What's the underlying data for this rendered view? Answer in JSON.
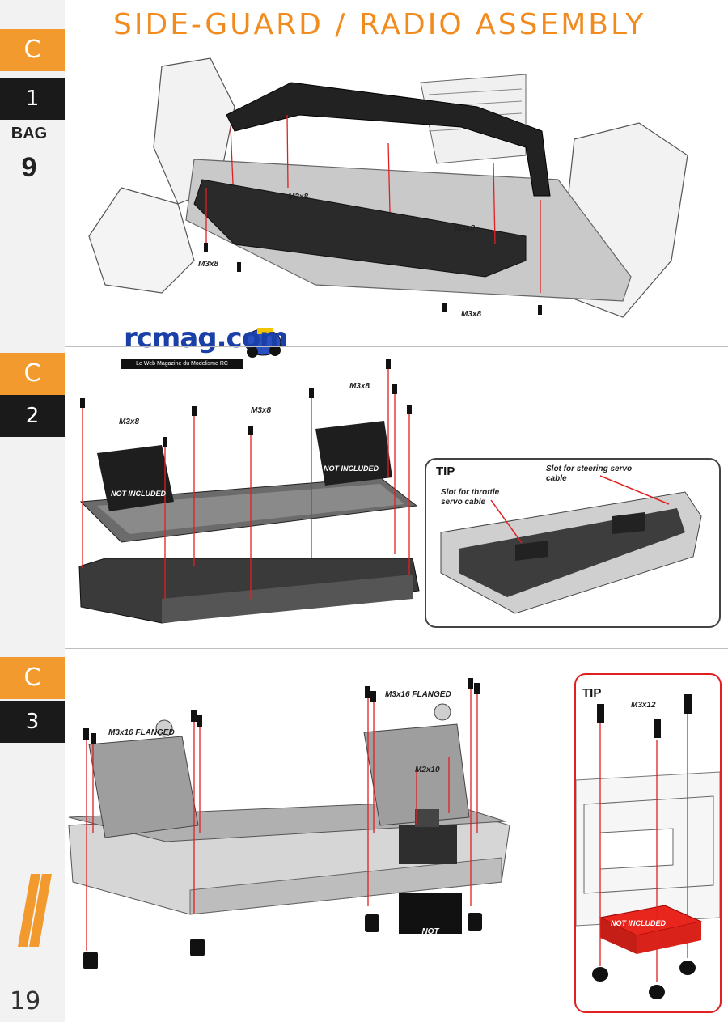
{
  "page": {
    "title": "SIDE-GUARD / RADIO ASSEMBLY",
    "page_number": "19",
    "bag_label": "BAG",
    "bag_number": "9"
  },
  "steps": [
    {
      "section": "C",
      "number": "1"
    },
    {
      "section": "C",
      "number": "2"
    },
    {
      "section": "C",
      "number": "3"
    }
  ],
  "step1": {
    "labels": [
      "M3x8",
      "M3x8",
      "M3x8",
      "M3x8"
    ]
  },
  "watermark": {
    "logo_text": "rcmag.com",
    "tagline": "Le Web Magazine du Modelisme RC"
  },
  "step2": {
    "screw_labels": [
      "M3x8",
      "M3x8",
      "M3x8"
    ],
    "not_included": [
      "NOT INCLUDED",
      "NOT INCLUDED"
    ],
    "tip": {
      "title": "TIP",
      "throttle_slot": "Slot for throttle servo cable",
      "steering_slot": "Slot for steering servo cable"
    }
  },
  "step3": {
    "screw_labels": [
      "M3x16 FLANGED",
      "M3x16 FLANGED",
      "M2x10"
    ],
    "not_included": "NOT INCLUDED",
    "tip": {
      "title": "TIP",
      "screw_label": "M3x12",
      "not_included": "NOT INCLUDED"
    }
  },
  "colors": {
    "accent": "#f29a2e",
    "title": "#f28b1e",
    "guide_line": "#e02020",
    "tab_dark": "#1a1a1a"
  }
}
